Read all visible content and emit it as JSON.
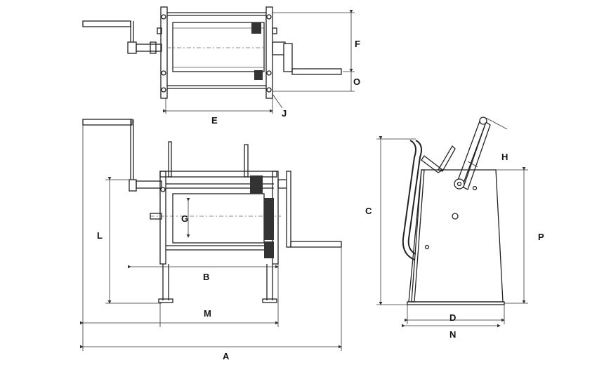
{
  "labels": {
    "A": "A",
    "B": "B",
    "C": "C",
    "D": "D",
    "E": "E",
    "F": "F",
    "G": "G",
    "H": "H",
    "J": "J",
    "L": "L",
    "M": "M",
    "N": "N",
    "O": "O",
    "P": "P"
  },
  "colors": {
    "line": "#222222",
    "background": "#ffffff"
  }
}
